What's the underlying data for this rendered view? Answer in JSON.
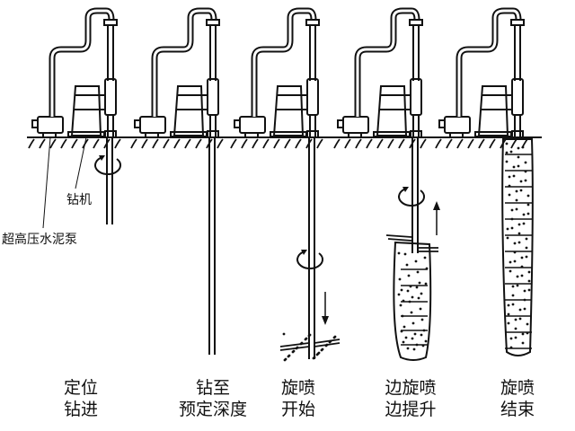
{
  "figure": {
    "callouts": {
      "drill_rig": "钻机",
      "pump": "超高压水泥泵"
    },
    "stages": [
      {
        "line1": "定位",
        "line2": "钻进"
      },
      {
        "line1": "钻至",
        "line2": "预定深度"
      },
      {
        "line1": "旋喷",
        "line2": "开始"
      },
      {
        "line1": "边旋喷",
        "line2": "边提升"
      },
      {
        "line1": "旋喷",
        "line2": "结束"
      }
    ],
    "colors": {
      "ink": "#111111",
      "background": "#ffffff"
    }
  }
}
